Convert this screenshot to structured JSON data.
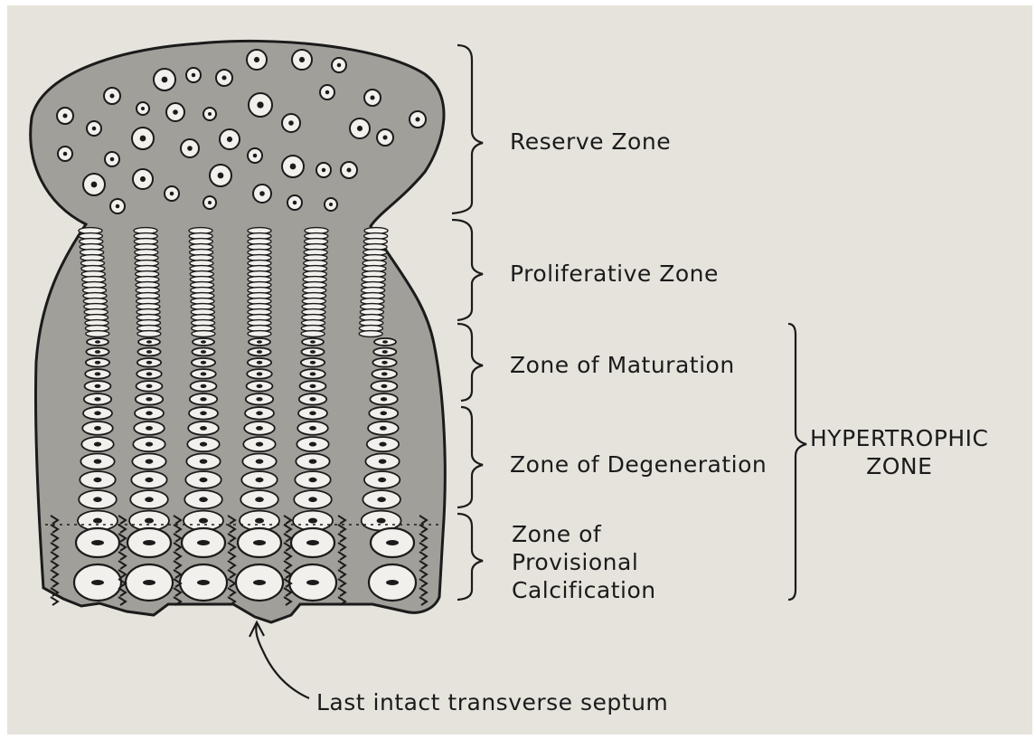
{
  "figure": {
    "zones": {
      "reserve": "Reserve Zone",
      "proliferative": "Proliferative Zone",
      "maturation": "Zone of Maturation",
      "degeneration": "Zone of Degeneration",
      "provisional_calcification": "Zone of\nProvisional\nCalcification"
    },
    "hypertrophic_zone": "HYPERTROPHIC\nZONE",
    "septum_label": "Last intact transverse septum"
  },
  "colors": {
    "paper": "#e6e3dc",
    "cartilage": "#a19f9a",
    "ink": "#1b1b1b",
    "cell": "#f1f0ec"
  }
}
